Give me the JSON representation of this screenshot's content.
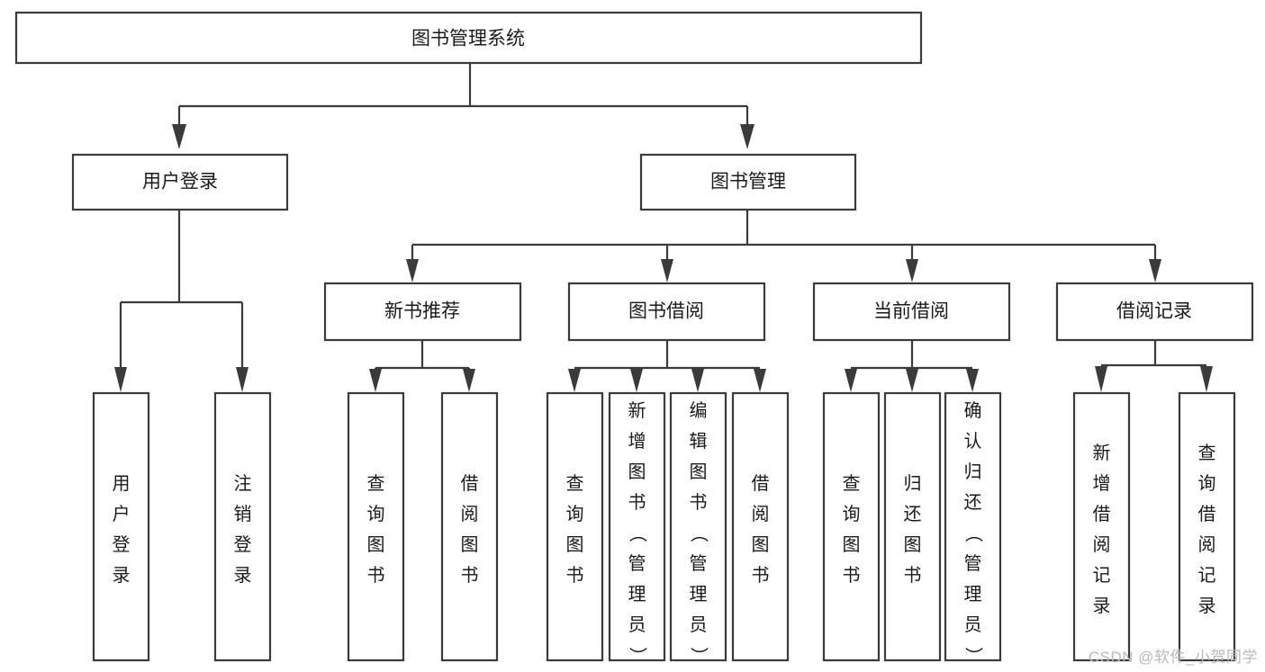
{
  "diagram": {
    "type": "tree-hierarchy",
    "title": "图书管理系统",
    "watermark": "CSDN @软件_小贺同学",
    "colors": {
      "stroke": "#3b3b3b",
      "box_fill": "#ffffff",
      "text": "#1a1a1a",
      "background": "#ffffff",
      "watermark": "#b9b9b9"
    },
    "levels": [
      {
        "level": 1,
        "nodes": [
          {
            "id": "root",
            "label": "图书管理系统",
            "orientation": "horizontal"
          }
        ]
      },
      {
        "level": 2,
        "nodes": [
          {
            "id": "user-login",
            "label": "用户登录",
            "orientation": "horizontal",
            "parent": "root"
          },
          {
            "id": "book-manage",
            "label": "图书管理",
            "orientation": "horizontal",
            "parent": "root"
          }
        ]
      },
      {
        "level": 3,
        "nodes": [
          {
            "id": "new-book-recommend",
            "label": "新书推荐",
            "orientation": "horizontal",
            "parent": "book-manage"
          },
          {
            "id": "book-borrow",
            "label": "图书借阅",
            "orientation": "horizontal",
            "parent": "book-manage"
          },
          {
            "id": "current-borrow",
            "label": "当前借阅",
            "orientation": "horizontal",
            "parent": "book-manage"
          },
          {
            "id": "borrow-record",
            "label": "借阅记录",
            "orientation": "horizontal",
            "parent": "book-manage"
          }
        ]
      },
      {
        "level": 4,
        "nodes": [
          {
            "id": "leaf-user-login",
            "label": "用户登录",
            "orientation": "vertical",
            "parent": "user-login"
          },
          {
            "id": "leaf-logout",
            "label": "注销登录",
            "orientation": "vertical",
            "parent": "user-login"
          },
          {
            "id": "leaf-query-book-1",
            "label": "查询图书",
            "orientation": "vertical",
            "parent": "new-book-recommend"
          },
          {
            "id": "leaf-borrow-book-1",
            "label": "借阅图书",
            "orientation": "vertical",
            "parent": "new-book-recommend"
          },
          {
            "id": "leaf-query-book-2",
            "label": "查询图书",
            "orientation": "vertical",
            "parent": "book-borrow"
          },
          {
            "id": "leaf-add-book",
            "label": "新增图书（管理员）",
            "orientation": "vertical",
            "parent": "book-borrow"
          },
          {
            "id": "leaf-edit-book",
            "label": "编辑图书（管理员）",
            "orientation": "vertical",
            "parent": "book-borrow"
          },
          {
            "id": "leaf-borrow-book-2",
            "label": "借阅图书",
            "orientation": "vertical",
            "parent": "book-borrow"
          },
          {
            "id": "leaf-query-book-3",
            "label": "查询图书",
            "orientation": "vertical",
            "parent": "current-borrow"
          },
          {
            "id": "leaf-return-book",
            "label": "归还图书",
            "orientation": "vertical",
            "parent": "current-borrow"
          },
          {
            "id": "leaf-confirm-return",
            "label": "确认归还（管理员）",
            "orientation": "vertical",
            "parent": "current-borrow"
          },
          {
            "id": "leaf-add-record",
            "label": "新增借阅记录",
            "orientation": "vertical",
            "parent": "borrow-record"
          },
          {
            "id": "leaf-query-record",
            "label": "查询借阅记录",
            "orientation": "vertical",
            "parent": "borrow-record"
          }
        ]
      }
    ]
  }
}
